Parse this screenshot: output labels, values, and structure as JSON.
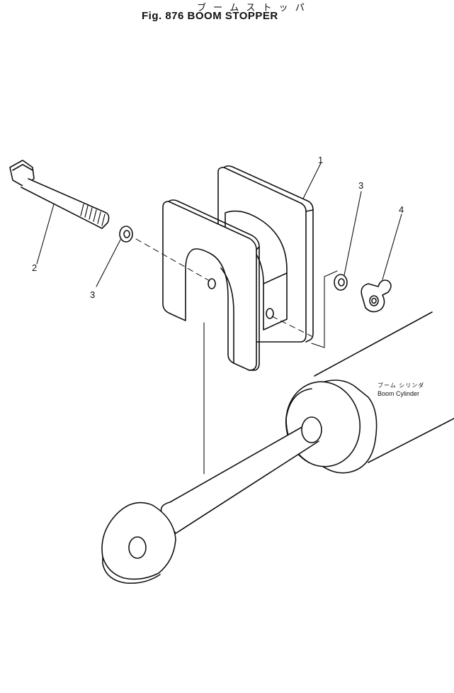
{
  "header": {
    "title_jp": "ブ ー ム ス ト ッ パ",
    "title_en": "Fig. 876  BOOM  STOPPER"
  },
  "callouts": {
    "c1": "1",
    "c2": "2",
    "c3_left": "3",
    "c3_right": "3",
    "c4": "4"
  },
  "cylinder_label": {
    "jp": "ブーム シリンダ",
    "en": "Boom Cylinder"
  }
}
